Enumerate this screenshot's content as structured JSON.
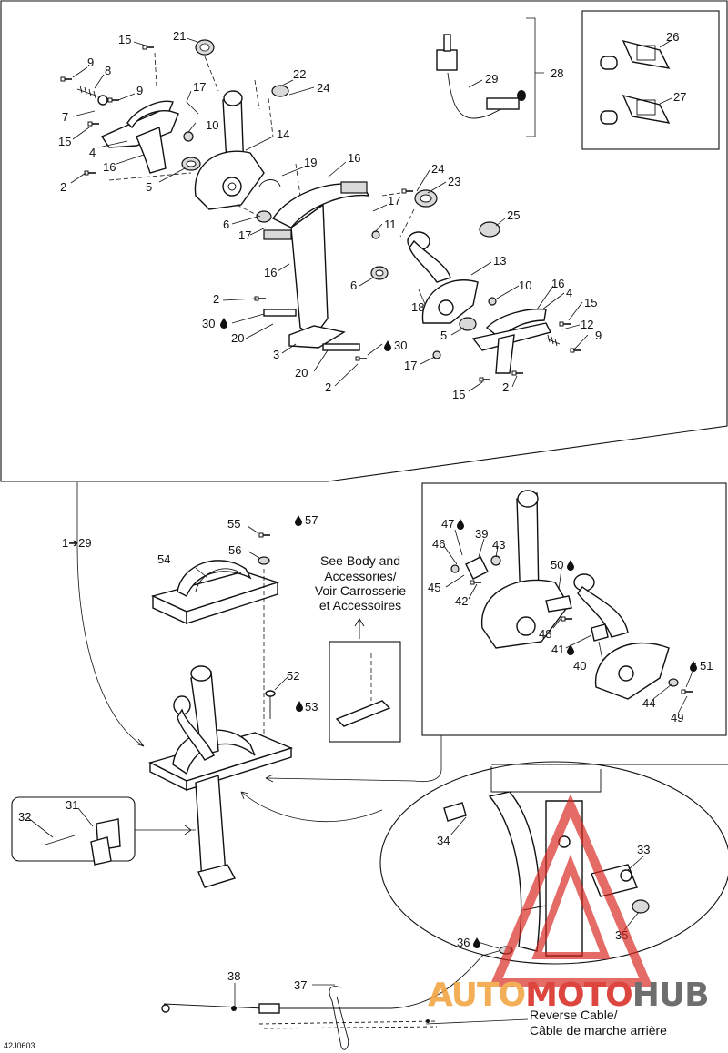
{
  "callouts": [
    {
      "id": "c1",
      "text": "15"
    },
    {
      "id": "c2",
      "text": "21"
    },
    {
      "id": "c3",
      "text": "9"
    },
    {
      "id": "c4",
      "text": "8"
    },
    {
      "id": "c5",
      "text": "9"
    },
    {
      "id": "c6",
      "text": "7"
    },
    {
      "id": "c7",
      "text": "17"
    },
    {
      "id": "c8",
      "text": "15"
    },
    {
      "id": "c9",
      "text": "10"
    },
    {
      "id": "c10",
      "text": "4"
    },
    {
      "id": "c11",
      "text": "16"
    },
    {
      "id": "c12",
      "text": "14"
    },
    {
      "id": "c13",
      "text": "22"
    },
    {
      "id": "c14",
      "text": "24"
    },
    {
      "id": "c15",
      "text": "2"
    },
    {
      "id": "c16",
      "text": "5"
    },
    {
      "id": "c17",
      "text": "19"
    },
    {
      "id": "c18",
      "text": "16"
    },
    {
      "id": "c19",
      "text": "24"
    },
    {
      "id": "c20",
      "text": "23"
    },
    {
      "id": "c21",
      "text": "17"
    },
    {
      "id": "c22",
      "text": "6"
    },
    {
      "id": "c23",
      "text": "11"
    },
    {
      "id": "c24",
      "text": "25"
    },
    {
      "id": "c25",
      "text": "17"
    },
    {
      "id": "c26",
      "text": "16"
    },
    {
      "id": "c27",
      "text": "13"
    },
    {
      "id": "c28",
      "text": "6"
    },
    {
      "id": "c29",
      "text": "10"
    },
    {
      "id": "c30",
      "text": "16"
    },
    {
      "id": "c31",
      "text": "2"
    },
    {
      "id": "c32",
      "text": "18"
    },
    {
      "id": "c33",
      "text": "4"
    },
    {
      "id": "c34",
      "text": "15"
    },
    {
      "id": "c35",
      "text": "30"
    },
    {
      "id": "c36",
      "text": "12"
    },
    {
      "id": "c37",
      "text": "20"
    },
    {
      "id": "c38",
      "text": "5"
    },
    {
      "id": "c39",
      "text": "9"
    },
    {
      "id": "c40",
      "text": "3"
    },
    {
      "id": "c41",
      "text": "30"
    },
    {
      "id": "c42",
      "text": "17"
    },
    {
      "id": "c43",
      "text": "20"
    },
    {
      "id": "c44",
      "text": "2"
    },
    {
      "id": "c45",
      "text": "15"
    },
    {
      "id": "c46",
      "text": "2"
    },
    {
      "id": "c47",
      "text": "29"
    },
    {
      "id": "c48",
      "text": "28"
    },
    {
      "id": "c49",
      "text": "26"
    },
    {
      "id": "c50",
      "text": "27"
    },
    {
      "id": "c51",
      "text": "55"
    },
    {
      "id": "c52",
      "text": "57"
    },
    {
      "id": "c53",
      "text": "56"
    },
    {
      "id": "c54",
      "text": "54"
    },
    {
      "id": "c55",
      "text": "1➔29"
    },
    {
      "id": "c56",
      "text": "52"
    },
    {
      "id": "c57",
      "text": "53"
    },
    {
      "id": "c58",
      "text": "47"
    },
    {
      "id": "c59",
      "text": "39"
    },
    {
      "id": "c60",
      "text": "46"
    },
    {
      "id": "c61",
      "text": "43"
    },
    {
      "id": "c62",
      "text": "50"
    },
    {
      "id": "c63",
      "text": "45"
    },
    {
      "id": "c64",
      "text": "42"
    },
    {
      "id": "c65",
      "text": "48"
    },
    {
      "id": "c66",
      "text": "41"
    },
    {
      "id": "c67",
      "text": "40"
    },
    {
      "id": "c68",
      "text": "51"
    },
    {
      "id": "c69",
      "text": "44"
    },
    {
      "id": "c70",
      "text": "49"
    },
    {
      "id": "c71",
      "text": "31"
    },
    {
      "id": "c72",
      "text": "32"
    },
    {
      "id": "c73",
      "text": "34"
    },
    {
      "id": "c74",
      "text": "33"
    },
    {
      "id": "c75",
      "text": "35"
    },
    {
      "id": "c76",
      "text": "36"
    },
    {
      "id": "c77",
      "text": "38"
    },
    {
      "id": "c78",
      "text": "37"
    }
  ],
  "notes": {
    "body_line1": "See Body and",
    "body_line2": "Accessories/",
    "body_line3": "Voir Carrosserie",
    "body_line4": "et Accessoires",
    "reverse_line1": "Reverse Cable/",
    "reverse_line2": "Câble de marche arrière",
    "diagram_code": "42J0603"
  },
  "watermark": {
    "word_part1": "AUTO",
    "word_part2": "MOTO",
    "word_part3": "HUB",
    "color_red": "#d7261e",
    "color_orange": "#f2a23c",
    "color_dark": "#555555"
  },
  "icons": {
    "drop": "liquid-drop-icon",
    "arrow": "right-arrow-icon"
  }
}
